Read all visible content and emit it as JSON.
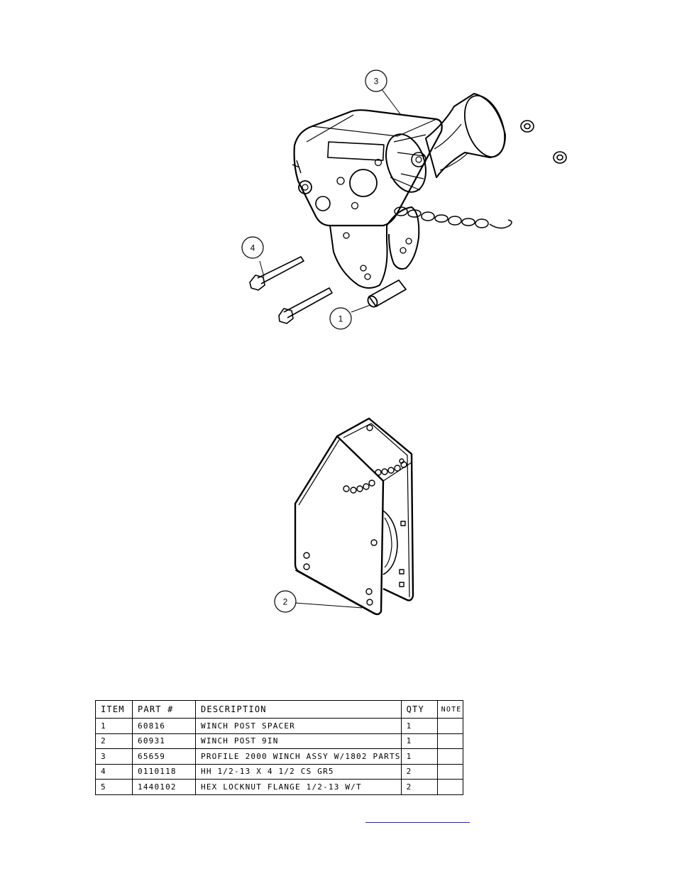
{
  "balloons": {
    "b1": "1",
    "b2": "2",
    "b3": "3",
    "b4": "4"
  },
  "bom": {
    "headers": {
      "item": "ITEM",
      "part": "PART #",
      "desc": "DESCRIPTION",
      "qty": "QTY",
      "note": "NOTE"
    },
    "rows": [
      {
        "item": "1",
        "part": "60816",
        "desc": "WINCH POST SPACER",
        "qty": "1",
        "note": ""
      },
      {
        "item": "2",
        "part": "60931",
        "desc": "WINCH POST 9IN",
        "qty": "1",
        "note": ""
      },
      {
        "item": "3",
        "part": "65659",
        "desc": "PROFILE 2000 WINCH ASSY W/1802 PARTS",
        "qty": "1",
        "note": ""
      },
      {
        "item": "4",
        "part": "0110118",
        "desc": "HH 1/2-13 X 4 1/2 CS GR5",
        "qty": "2",
        "note": ""
      },
      {
        "item": "5",
        "part": "1440102",
        "desc": "HEX LOCKNUT FLANGE 1/2-13 W/T",
        "qty": "2",
        "note": ""
      }
    ]
  },
  "colors": {
    "ink": "#000000",
    "link": "#1a1aff"
  }
}
